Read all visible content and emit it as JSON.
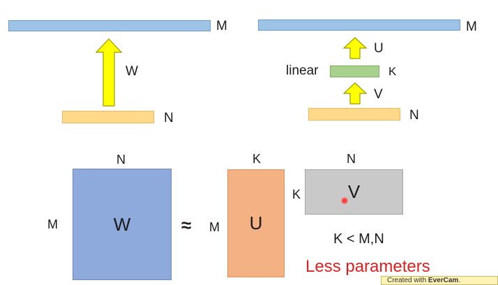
{
  "top_left": {
    "output_dim": "M",
    "input_dim": "N",
    "weight_label": "W"
  },
  "top_right": {
    "output_dim": "M",
    "up_label": "U",
    "middle_label": "linear",
    "middle_dim": "K",
    "down_label": "V",
    "input_dim": "N"
  },
  "bottom": {
    "w_matrix": {
      "name": "W",
      "rows": "M",
      "cols": "N"
    },
    "approx_symbol": "≈",
    "u_matrix": {
      "name": "U",
      "rows": "M",
      "cols": "K"
    },
    "v_matrix": {
      "name": "V",
      "rows": "K",
      "cols": "N"
    },
    "constraint": "K < M,N",
    "note": "Less parameters"
  },
  "watermark": {
    "prefix": "Created with ",
    "brand": "EverCam",
    "suffix": "."
  },
  "colors": {
    "blue_bar": "#9dc3e6",
    "orange_bar": "#ffd98a",
    "green_bar": "#a9d18e",
    "arrow_yellow": "#ffff00",
    "w_matrix": "#8ea9db",
    "u_matrix": "#f4b183",
    "v_matrix": "#c9c9c9",
    "note_red": "#e02020"
  }
}
